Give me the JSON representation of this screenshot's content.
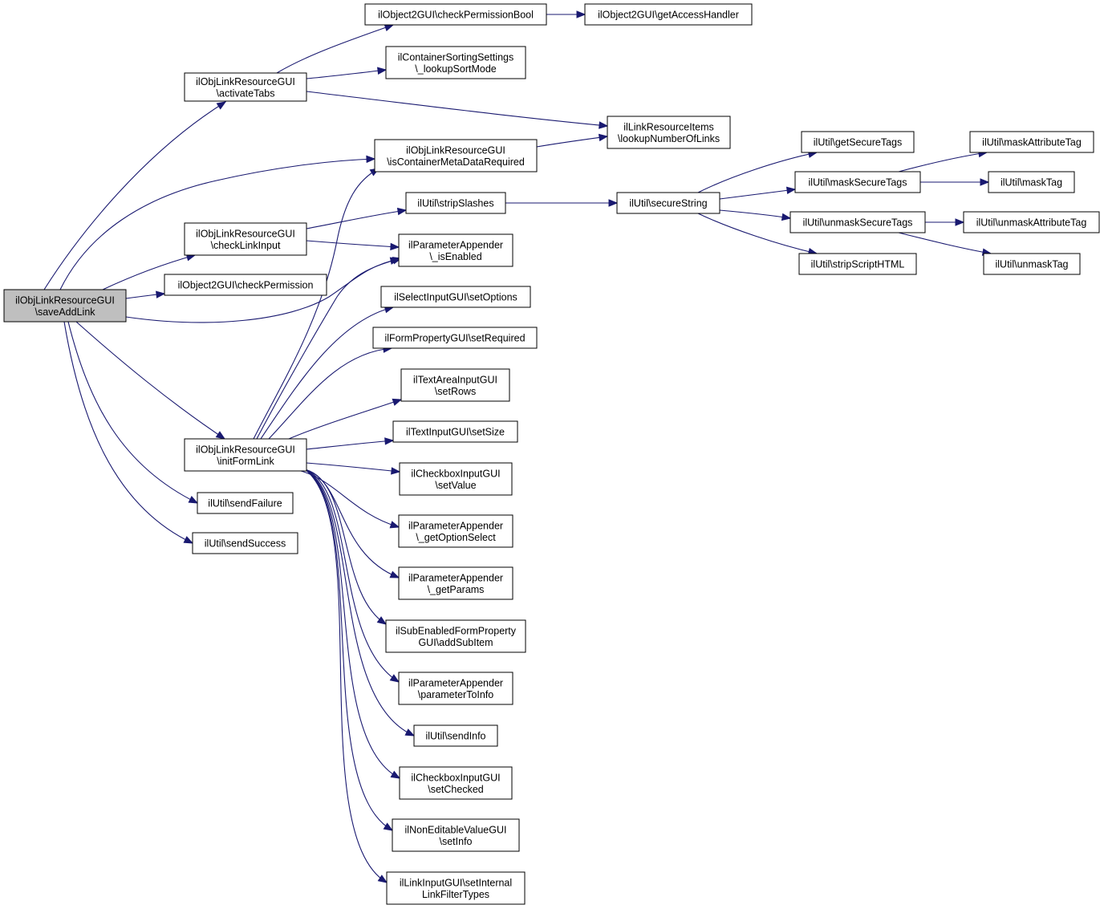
{
  "diagram": {
    "type": "call-graph",
    "colors": {
      "edge": "#191970",
      "root_fill": "#bfbfbf",
      "node_fill": "#ffffff",
      "node_border": "#000000"
    },
    "nodes": [
      {
        "id": "saveAddLink",
        "lines": [
          "ilObjLinkResourceGUI",
          "\\saveAddLink"
        ],
        "root": true
      },
      {
        "id": "activateTabs",
        "lines": [
          "ilObjLinkResourceGUI",
          "\\activateTabs"
        ]
      },
      {
        "id": "checkLinkInput",
        "lines": [
          "ilObjLinkResourceGUI",
          "\\checkLinkInput"
        ]
      },
      {
        "id": "checkPermission",
        "lines": [
          "ilObject2GUI\\checkPermission"
        ]
      },
      {
        "id": "initFormLink",
        "lines": [
          "ilObjLinkResourceGUI",
          "\\initFormLink"
        ]
      },
      {
        "id": "sendFailure",
        "lines": [
          "ilUtil\\sendFailure"
        ]
      },
      {
        "id": "sendSuccess",
        "lines": [
          "ilUtil\\sendSuccess"
        ]
      },
      {
        "id": "checkPermissionBool",
        "lines": [
          "ilObject2GUI\\checkPermissionBool"
        ]
      },
      {
        "id": "lookupSortMode",
        "lines": [
          "ilContainerSortingSettings",
          "\\_lookupSortMode"
        ]
      },
      {
        "id": "isContainerMetaDataRequired",
        "lines": [
          "ilObjLinkResourceGUI",
          "\\isContainerMetaDataRequired"
        ]
      },
      {
        "id": "stripSlashes",
        "lines": [
          "ilUtil\\stripSlashes"
        ]
      },
      {
        "id": "isEnabled",
        "lines": [
          "ilParameterAppender",
          "\\_isEnabled"
        ]
      },
      {
        "id": "setOptions",
        "lines": [
          "ilSelectInputGUI\\setOptions"
        ]
      },
      {
        "id": "setRequired",
        "lines": [
          "ilFormPropertyGUI\\setRequired"
        ]
      },
      {
        "id": "setRows",
        "lines": [
          "ilTextAreaInputGUI",
          "\\setRows"
        ]
      },
      {
        "id": "setSize",
        "lines": [
          "ilTextInputGUI\\setSize"
        ]
      },
      {
        "id": "setValue",
        "lines": [
          "ilCheckboxInputGUI",
          "\\setValue"
        ]
      },
      {
        "id": "getOptionSelect",
        "lines": [
          "ilParameterAppender",
          "\\_getOptionSelect"
        ]
      },
      {
        "id": "getParams",
        "lines": [
          "ilParameterAppender",
          "\\_getParams"
        ]
      },
      {
        "id": "addSubItem",
        "lines": [
          "ilSubEnabledFormProperty",
          "GUI\\addSubItem"
        ]
      },
      {
        "id": "parameterToInfo",
        "lines": [
          "ilParameterAppender",
          "\\parameterToInfo"
        ]
      },
      {
        "id": "sendInfo",
        "lines": [
          "ilUtil\\sendInfo"
        ]
      },
      {
        "id": "setChecked",
        "lines": [
          "ilCheckboxInputGUI",
          "\\setChecked"
        ]
      },
      {
        "id": "setInfo",
        "lines": [
          "ilNonEditableValueGUI",
          "\\setInfo"
        ]
      },
      {
        "id": "setInternalLinkFilterTypes",
        "lines": [
          "ilLinkInputGUI\\setInternal",
          "LinkFilterTypes"
        ]
      },
      {
        "id": "getAccessHandler",
        "lines": [
          "ilObject2GUI\\getAccessHandler"
        ]
      },
      {
        "id": "lookupNumberOfLinks",
        "lines": [
          "ilLinkResourceItems",
          "\\lookupNumberOfLinks"
        ]
      },
      {
        "id": "secureString",
        "lines": [
          "ilUtil\\secureString"
        ]
      },
      {
        "id": "getSecureTags",
        "lines": [
          "ilUtil\\getSecureTags"
        ]
      },
      {
        "id": "maskSecureTags",
        "lines": [
          "ilUtil\\maskSecureTags"
        ]
      },
      {
        "id": "unmaskSecureTags",
        "lines": [
          "ilUtil\\unmaskSecureTags"
        ]
      },
      {
        "id": "stripScriptHTML",
        "lines": [
          "ilUtil\\stripScriptHTML"
        ]
      },
      {
        "id": "maskAttributeTag",
        "lines": [
          "ilUtil\\maskAttributeTag"
        ]
      },
      {
        "id": "maskTag",
        "lines": [
          "ilUtil\\maskTag"
        ]
      },
      {
        "id": "unmaskAttributeTag",
        "lines": [
          "ilUtil\\unmaskAttributeTag"
        ]
      },
      {
        "id": "unmaskTag",
        "lines": [
          "ilUtil\\unmaskTag"
        ]
      }
    ],
    "edges": [
      {
        "from": "saveAddLink",
        "to": "activateTabs"
      },
      {
        "from": "saveAddLink",
        "to": "isContainerMetaDataRequired"
      },
      {
        "from": "saveAddLink",
        "to": "checkLinkInput"
      },
      {
        "from": "saveAddLink",
        "to": "checkPermission"
      },
      {
        "from": "saveAddLink",
        "to": "isEnabled"
      },
      {
        "from": "saveAddLink",
        "to": "initFormLink"
      },
      {
        "from": "saveAddLink",
        "to": "sendFailure"
      },
      {
        "from": "saveAddLink",
        "to": "sendSuccess"
      },
      {
        "from": "activateTabs",
        "to": "checkPermissionBool"
      },
      {
        "from": "activateTabs",
        "to": "lookupSortMode"
      },
      {
        "from": "activateTabs",
        "to": "lookupNumberOfLinks"
      },
      {
        "from": "checkPermissionBool",
        "to": "getAccessHandler"
      },
      {
        "from": "isContainerMetaDataRequired",
        "to": "lookupNumberOfLinks"
      },
      {
        "from": "checkLinkInput",
        "to": "stripSlashes"
      },
      {
        "from": "checkLinkInput",
        "to": "isEnabled"
      },
      {
        "from": "stripSlashes",
        "to": "secureString"
      },
      {
        "from": "secureString",
        "to": "getSecureTags"
      },
      {
        "from": "secureString",
        "to": "maskSecureTags"
      },
      {
        "from": "secureString",
        "to": "unmaskSecureTags"
      },
      {
        "from": "secureString",
        "to": "stripScriptHTML"
      },
      {
        "from": "maskSecureTags",
        "to": "maskAttributeTag"
      },
      {
        "from": "maskSecureTags",
        "to": "maskTag"
      },
      {
        "from": "unmaskSecureTags",
        "to": "unmaskAttributeTag"
      },
      {
        "from": "unmaskSecureTags",
        "to": "unmaskTag"
      },
      {
        "from": "initFormLink",
        "to": "isContainerMetaDataRequired"
      },
      {
        "from": "initFormLink",
        "to": "isEnabled"
      },
      {
        "from": "initFormLink",
        "to": "setOptions"
      },
      {
        "from": "initFormLink",
        "to": "setRequired"
      },
      {
        "from": "initFormLink",
        "to": "setRows"
      },
      {
        "from": "initFormLink",
        "to": "setSize"
      },
      {
        "from": "initFormLink",
        "to": "setValue"
      },
      {
        "from": "initFormLink",
        "to": "getOptionSelect"
      },
      {
        "from": "initFormLink",
        "to": "getParams"
      },
      {
        "from": "initFormLink",
        "to": "addSubItem"
      },
      {
        "from": "initFormLink",
        "to": "parameterToInfo"
      },
      {
        "from": "initFormLink",
        "to": "sendInfo"
      },
      {
        "from": "initFormLink",
        "to": "setChecked"
      },
      {
        "from": "initFormLink",
        "to": "setInfo"
      },
      {
        "from": "initFormLink",
        "to": "setInternalLinkFilterTypes"
      }
    ]
  }
}
